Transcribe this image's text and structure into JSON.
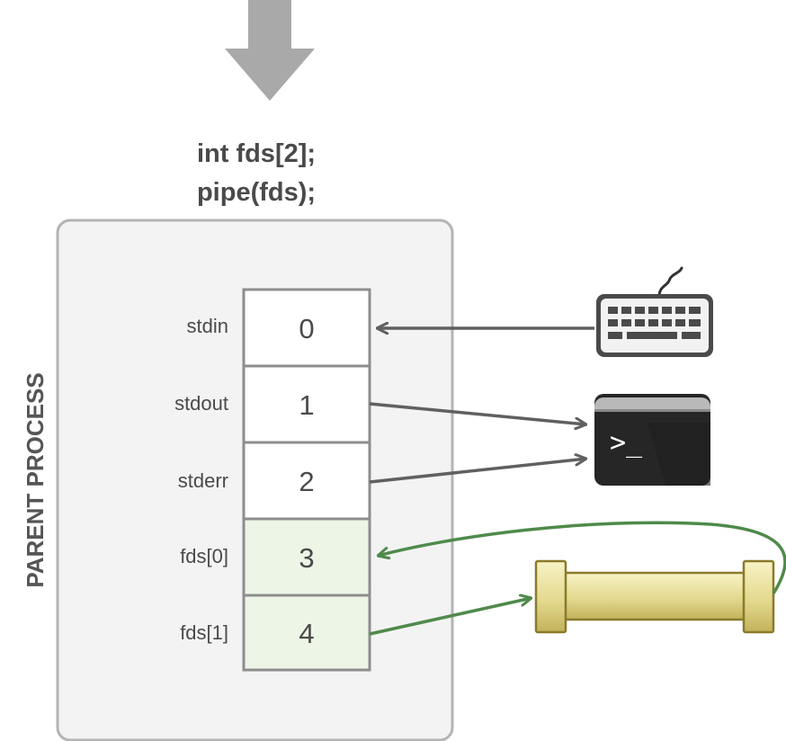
{
  "code": {
    "line1": "int fds[2];",
    "line2": "pipe(fds);"
  },
  "process": {
    "title": "PARENT PROCESS"
  },
  "fd_table": [
    {
      "label": "stdin",
      "number": "0",
      "kind": "standard"
    },
    {
      "label": "stdout",
      "number": "1",
      "kind": "standard"
    },
    {
      "label": "stderr",
      "number": "2",
      "kind": "standard"
    },
    {
      "label": "fds[0]",
      "number": "3",
      "kind": "pipe"
    },
    {
      "label": "fds[1]",
      "number": "4",
      "kind": "pipe"
    }
  ],
  "terminal": {
    "prompt": ">_"
  },
  "icons": [
    "down-arrow-icon",
    "keyboard-icon",
    "terminal-icon",
    "pipe-icon"
  ],
  "colors": {
    "gray_arrow": "#606060",
    "green_arrow": "#4f8a4b",
    "pipe_fill": "#e8df9c",
    "pipe_border": "#8a7a2a",
    "pipe_cell_fill": "#edf5e6",
    "box_fill": "#f3f3f3",
    "box_border": "#b4b4b4",
    "terminal_body": "#262626"
  }
}
